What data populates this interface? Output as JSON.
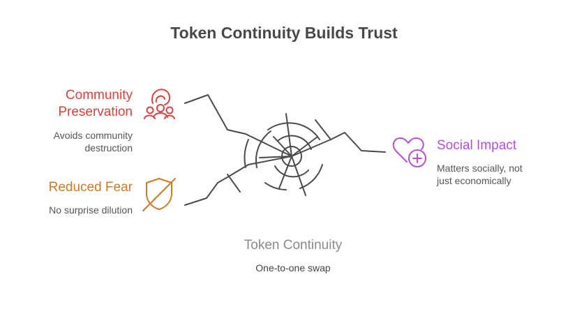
{
  "title": "Token Continuity Builds Trust",
  "colors": {
    "community": "#d9433b",
    "fear": "#c97a2a",
    "social": "#b44fd6",
    "center": "#8a8a8a",
    "lines": "#4a4a4a"
  },
  "items": [
    {
      "id": "community",
      "heading_line1": "Community",
      "heading_line2": "Preservation",
      "desc_line1": "Avoids community",
      "desc_line2": "destruction",
      "icon": "community-group-icon"
    },
    {
      "id": "fear",
      "heading": "Reduced Fear",
      "desc": "No surprise dilution",
      "icon": "shield-off-icon"
    },
    {
      "id": "social",
      "heading": "Social Impact",
      "desc_line1": "Matters socially, not",
      "desc_line2": "just economically",
      "icon": "heart-plus-icon"
    }
  ],
  "center": {
    "heading": "Token Continuity",
    "desc": "One-to-one swap"
  }
}
